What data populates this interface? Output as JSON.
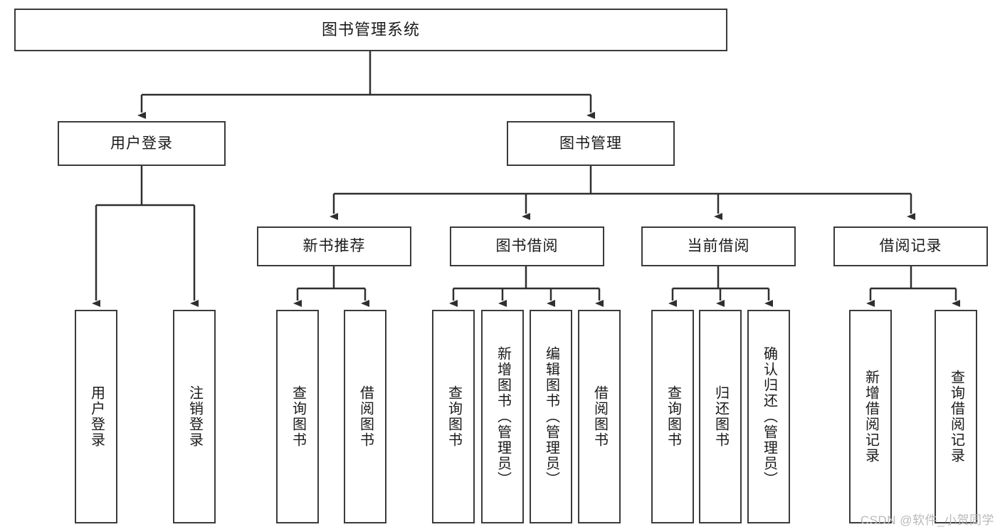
{
  "diagram": {
    "type": "tree-hierarchy",
    "title": "图书管理系统",
    "colors": {
      "box_border": "#3b3b3b",
      "box_fill": "#ffffff",
      "connector": "#2f2f2f",
      "text": "#1a1a1a",
      "watermark": "#b9b9b9",
      "background": "#ffffff"
    },
    "root": {
      "label": "图书管理系统"
    },
    "level2": [
      {
        "label": "用户登录"
      },
      {
        "label": "图书管理"
      }
    ],
    "level3": [
      {
        "label": "新书推荐"
      },
      {
        "label": "图书借阅"
      },
      {
        "label": "当前借阅"
      },
      {
        "label": "借阅记录"
      }
    ],
    "leaves": {
      "user_login": [
        {
          "label": "用户登录"
        },
        {
          "label": "注销登录"
        }
      ],
      "new_book_recommend": [
        {
          "label": "查询图书"
        },
        {
          "label": "借阅图书"
        }
      ],
      "book_borrow": [
        {
          "label": "查询图书"
        },
        {
          "label": "新增图书（管理员）"
        },
        {
          "label": "编辑图书（管理员）"
        },
        {
          "label": "借阅图书"
        }
      ],
      "current_borrow": [
        {
          "label": "查询图书"
        },
        {
          "label": "归还图书"
        },
        {
          "label": "确认归还（管理员）"
        }
      ],
      "borrow_records": [
        {
          "label": "新增借阅记录"
        },
        {
          "label": "查询借阅记录"
        }
      ]
    },
    "watermark": "CSDN @软件_小贺同学"
  }
}
